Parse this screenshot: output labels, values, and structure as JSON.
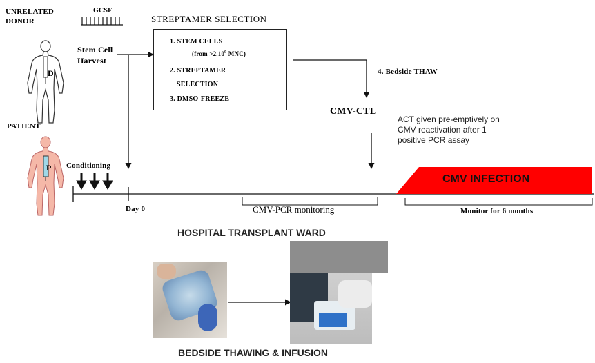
{
  "donor": {
    "line1": "UNRELATED",
    "line2": "DONOR",
    "gcsf": "GCSF",
    "figure_letter": "D"
  },
  "harvest": {
    "line1": "Stem Cell",
    "line2": "Harvest"
  },
  "selection": {
    "title": "STREPTAMER SELECTION",
    "step1": "1. STEM CELLS",
    "step1_sub_prefix": "(from >2.10",
    "step1_sub_sup": "9",
    "step1_sub_suffix": " MNC)",
    "step2_a": "2. STREPTAMER",
    "step2_b": "SELECTION",
    "step3": "3. DMSO-FREEZE"
  },
  "thaw": "4. Bedside THAW",
  "cmv_ctl": "CMV-CTL",
  "act_note": {
    "line1": "ACT given pre-emptively on",
    "line2": "CMV reactivation after 1",
    "line3": "positive PCR assay"
  },
  "patient": {
    "label": "PATIENT",
    "figure_letter": "P",
    "conditioning": "Conditioning"
  },
  "timeline": {
    "day0": "Day 0",
    "pcr": "CMV-PCR monitoring",
    "monitor": "Monitor for 6 months"
  },
  "infection": {
    "label": "CMV INFECTION",
    "color": "#ff0000"
  },
  "ward": "HOSPITAL TRANSPLANT WARD",
  "bedside": "BEDSIDE THAWING & INFUSION"
}
